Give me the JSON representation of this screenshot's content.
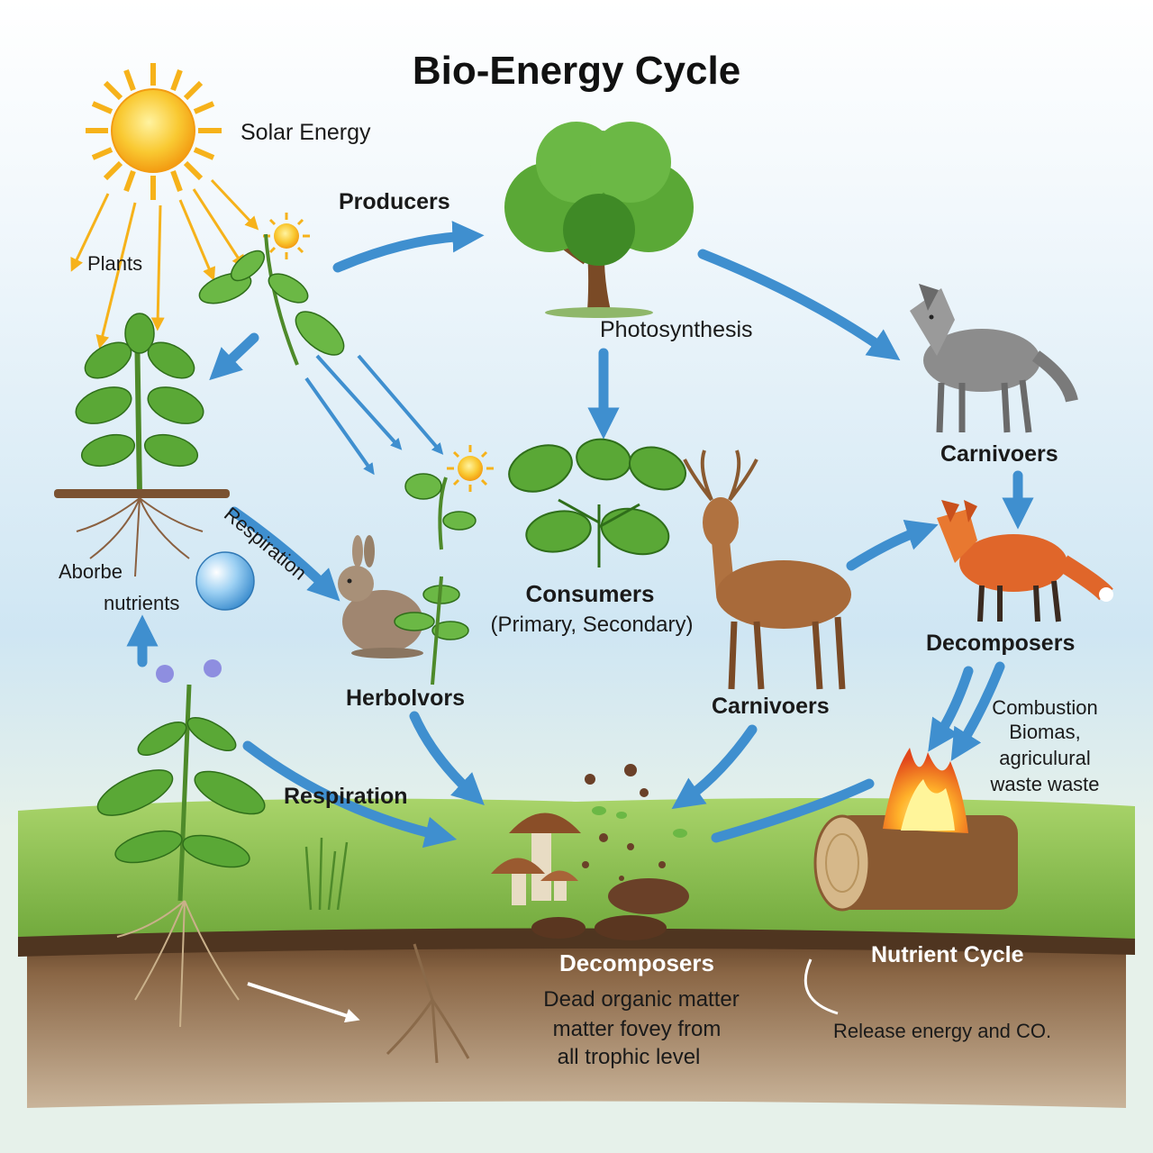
{
  "title": "Bio-Energy Cycle",
  "labels": {
    "solar_energy": "Solar Energy",
    "producers": "Producers",
    "plants": "Plants",
    "photosynthesis": "Photosynthesis",
    "respiration_diag": "Respiration",
    "absorb": "Aborbe",
    "nutrients": "nutrients",
    "consumers": "Consumers",
    "consumers_sub": "(Primary, Secondary)",
    "herbivores": "Herbolvors",
    "carnivores_top": "Carnivoers",
    "carnivores_mid": "Carnivoers",
    "decomposers_right": "Decomposers",
    "combustion_1": "Combustion",
    "combustion_2": "Biomas,",
    "combustion_3": "agriculural",
    "combustion_4": "waste waste",
    "respiration_low": "Respiration",
    "decomposers_bottom": "Decomposers",
    "dead_1": "Dead organic matter",
    "dead_2": "matter fovey from",
    "dead_3": "all trophic level",
    "nutrient_cycle": "Nutrient Cycle",
    "release": "Release energy and CO."
  },
  "colors": {
    "arrow": "#3f8fcf",
    "sun": "#f6b21a",
    "soil": "#6b4a2f",
    "grass": "#8cc152"
  }
}
